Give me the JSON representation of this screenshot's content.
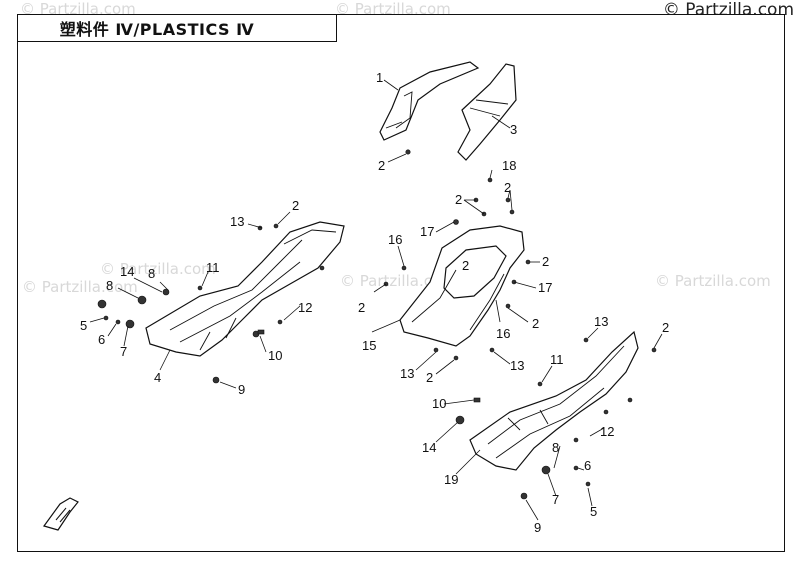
{
  "title": "塑料件 Ⅳ/PLASTICS Ⅳ",
  "watermark": "© Partzilla.com",
  "watermark_faint": "© Partzilla.com",
  "callouts": {
    "c1": "1",
    "c2": "2",
    "c3": "3",
    "c4": "4",
    "c5": "5",
    "c6": "6",
    "c7": "7",
    "c8": "8",
    "c9": "9",
    "c10": "10",
    "c11": "11",
    "c12": "12",
    "c13": "13",
    "c14": "14",
    "c15": "15",
    "c16": "16",
    "c17": "17",
    "c18": "18",
    "c19": "19"
  },
  "colors": {
    "line": "#111111",
    "watermark": "#d8d8d8"
  },
  "icons": {
    "front_arrow": "front-direction-arrow-icon"
  }
}
